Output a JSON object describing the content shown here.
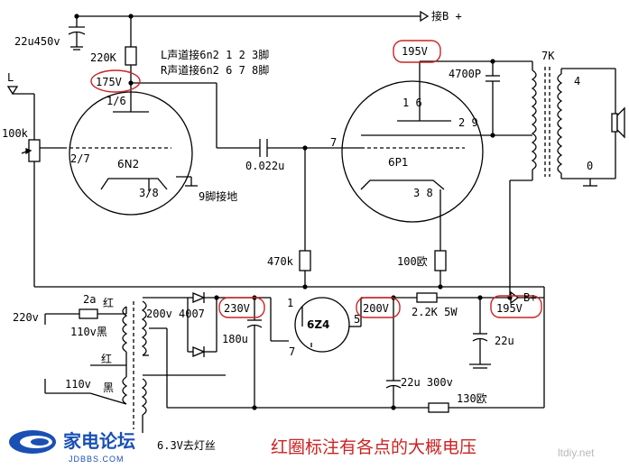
{
  "labels": {
    "b_plus_top": "接B +",
    "cap_22u450v": "22u450v",
    "r_220k": "220K",
    "v_175": "175V",
    "note_l": "L声道接6n2 1 2 3脚",
    "note_r": "R声道接6n2 6 7 8脚",
    "v_195_top": "195V",
    "cap_4700p": "4700P",
    "trans_7k": "7K",
    "in_l": "L",
    "pot_100k": "100k",
    "pin_1_6": "1/6",
    "pin_2_7": "2/7",
    "tube_6n2": "6N2",
    "pin_3_8": "3/8",
    "pin9_gnd": "9脚接地",
    "cap_0022u": "0.022u",
    "pin_7": "7",
    "p1_16": "1 6",
    "p1_29": "2 9",
    "tube_6p1": "6P1",
    "p1_38": "3 8",
    "pin_4": "4",
    "pin_0": "0",
    "r_470k": "470k",
    "r_100ohm": "100欧",
    "fuse_2a": "2a",
    "w_red1": "红",
    "ac_220v": "220v",
    "ac_110v_black": "110v黑",
    "w_red2": "红",
    "ac_110v": "110v",
    "w_black": "黑",
    "sec_200v": "200v",
    "d_4007": "4007",
    "v_230": "230V",
    "cap_180u": "180u",
    "rect_pin1": "1",
    "tube_6z4": "6Z4",
    "rect_pin7": "7",
    "rect_pin5": "5",
    "v_200": "200V",
    "r_2k2": "2.2K 5W",
    "v_195_bot": "195V",
    "b_plus_bot": "B+",
    "cap_22u": "22u",
    "cap_22u300v": "22u 300v",
    "r_130ohm": "130欧",
    "heater": "6.3V去灯丝",
    "caption": "红圈标注有各点的大概电压",
    "logo_cn": "家电论坛",
    "logo_en": "JDBBS.COM",
    "watermark": "ltdiy.net"
  },
  "colors": {
    "wire": "#000000",
    "highlight": "#cc2222",
    "logo": "#1a4fb4",
    "watermark": "#b8b8b8"
  }
}
